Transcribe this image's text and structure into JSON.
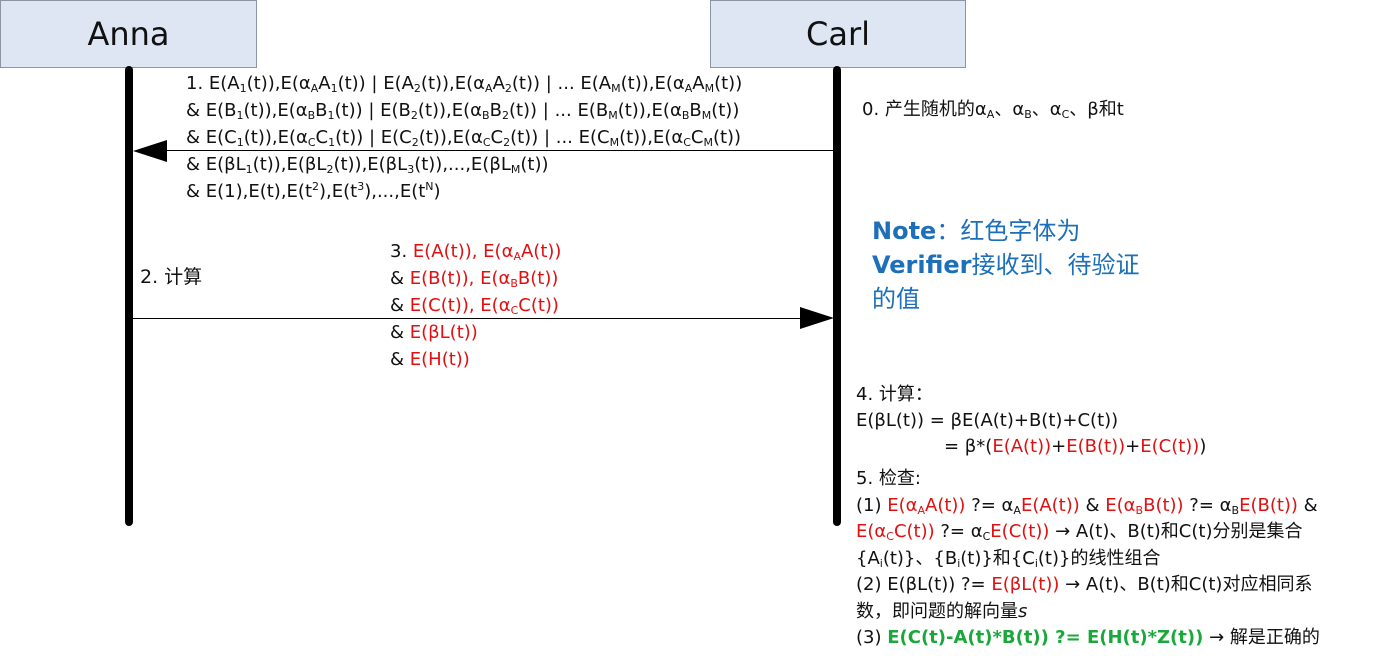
{
  "actors": {
    "left": "Anna",
    "right": "Carl"
  },
  "step0": {
    "prefix": "0. 产生随机的",
    "alpha": "α",
    "sA": "A",
    "sep1": "、",
    "sB": "B",
    "sep2": "、",
    "sC": "C",
    "suffix": "、β和t"
  },
  "step2": "2. 计算",
  "note": {
    "bold1": "Note",
    "text1": "：红色字体为",
    "bold2": "Verifier",
    "text2": "接收到、待验证",
    "text3": "的值"
  },
  "step4": {
    "title": "4. 计算：",
    "eq1": "E(βL(t)) = βE(A(t)+B(t)+C(t))",
    "eq2_prefix": "= β*(",
    "eq2_a": "E(A(t))",
    "plus1": "+",
    "eq2_b": "E(B(t))",
    "plus2": "+",
    "eq2_c": "E(C(t))",
    "eq2_suffix": ")"
  },
  "step5": {
    "title": "5. 检查:",
    "c1_prefix": "(1) ",
    "c1_tail": "→ A(t)、B(t)和C(t)分别是集合",
    "c1_line3": "的线性组合",
    "c2_prefix": "(2) E(βL(t)) ?= ",
    "c2_red": "E(βL(t))",
    "c2_tail": " → A(t)、B(t)和C(t)对应相同系",
    "c2_line2": "数，即问题的解向量",
    "c2_s": "s",
    "c3_prefix": "(3) ",
    "c3_green": "E(C(t)-A(t)*B(t)) ?= E(H(t)*Z(t))",
    "c3_tail": " → 解是正确的"
  }
}
